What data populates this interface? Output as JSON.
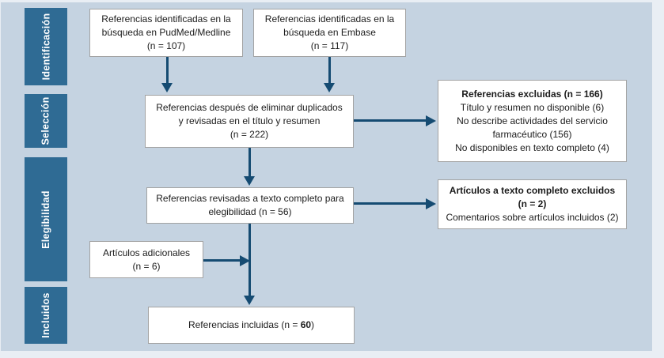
{
  "figure": {
    "type": "prisma-flow-diagram",
    "language": "es"
  },
  "palette": {
    "panel_bg": "#c5d3e1",
    "stage_bg": "#2f6b94",
    "stage_text": "#ffffff",
    "box_bg": "#ffffff",
    "box_border": "#a3a3a3",
    "arrow": "#154b72"
  },
  "stages": [
    {
      "label": "Identificación"
    },
    {
      "label": "Selección"
    },
    {
      "label": "Elegibilidad"
    },
    {
      "label": "Incluidos"
    }
  ],
  "boxes": {
    "pubmed": {
      "lines": [
        "Referencias identificadas en la",
        "búsqueda en PudMed/Medline",
        "(n = 107)"
      ]
    },
    "embase": {
      "lines": [
        "Referencias identificadas en la",
        "búsqueda en Embase",
        "(n = 117)"
      ]
    },
    "dedup": {
      "lines": [
        "Referencias después de eliminar duplicados",
        "y revisadas en el título y resumen",
        "(n = 222)"
      ]
    },
    "excluded_refs": {
      "title": "Referencias excluidas (n = 166)",
      "reasons": [
        "Título y resumen no disponible (6)",
        "No describe actividades del servicio farmacéutico (156)",
        "No disponibles en texto completo (4)"
      ]
    },
    "fulltext": {
      "lines": [
        "Referencias revisadas a texto completo para",
        "elegibilidad (n = 56)"
      ]
    },
    "fulltext_excluded": {
      "title_line1": "Artículos a texto completo excluidos",
      "title_line2": "(n = 2)",
      "reasons": [
        "Comentarios sobre artículos incluidos (2)"
      ]
    },
    "additional": {
      "lines": [
        "Artículos adicionales",
        "(n = 6)"
      ]
    },
    "included": {
      "prefix": "Referencias incluidas (n = ",
      "count": "60",
      "suffix": ")"
    }
  }
}
